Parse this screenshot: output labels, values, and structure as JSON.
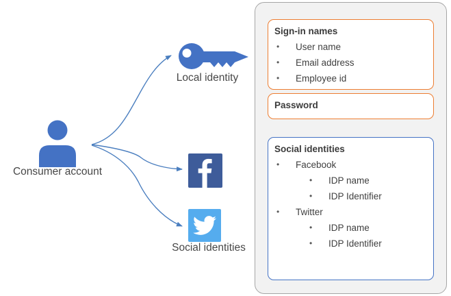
{
  "nodes": {
    "consumer": {
      "label": "Consumer account"
    },
    "local": {
      "label": "Local identity"
    },
    "social": {
      "label": "Social identities"
    }
  },
  "panel": {
    "signin_box": {
      "title": "Sign-in names",
      "items": [
        {
          "text": "User name",
          "level": 1
        },
        {
          "text": "Email address",
          "level": 1
        },
        {
          "text": "Employee id",
          "level": 1
        }
      ]
    },
    "password_box": {
      "title": "Password"
    },
    "social_box": {
      "title": "Social identities",
      "items": [
        {
          "text": "Facebook",
          "level": 1
        },
        {
          "text": "IDP name",
          "level": 2
        },
        {
          "text": "IDP Identifier",
          "level": 2
        },
        {
          "text": "Twitter",
          "level": 1
        },
        {
          "text": "IDP name",
          "level": 2
        },
        {
          "text": "IDP Identifier",
          "level": 2
        }
      ]
    }
  },
  "icons": {
    "person": "person-icon",
    "key": "key-icon",
    "facebook": "facebook-f-icon",
    "twitter": "twitter-bird-icon"
  },
  "colors": {
    "accent_blue": "#4472C4",
    "arrow_blue": "#4A7EBF",
    "facebook_blue": "#3E5C9A",
    "twitter_blue": "#55ACEE",
    "orange_border": "#ED7D31",
    "blue_border": "#4472C4",
    "panel_bg": "#F2F2F2",
    "panel_border": "#A6A6A6",
    "text": "#404040"
  }
}
